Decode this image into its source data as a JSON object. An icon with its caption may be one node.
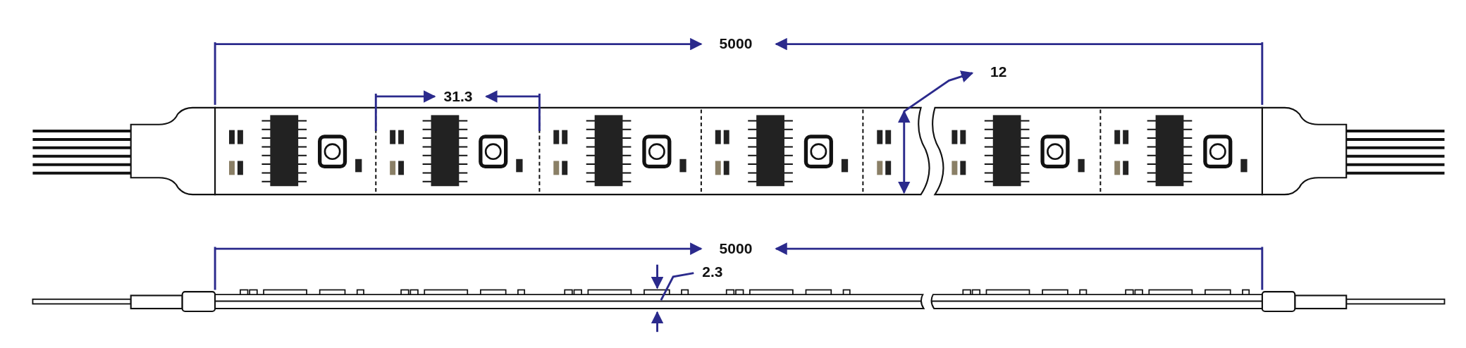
{
  "diagram": {
    "nodes": [
      {
        "text": [
          "12"
        ]
      },
      {
        "text": [
          "2.3"
        ]
      }
    ],
    "edges": [
      {
        "from": null,
        "to": 0,
        "arrow": "to"
      },
      {
        "from": 1,
        "to": null,
        "arrow": "none"
      }
    ],
    "labels": [
      "5000",
      "31.3",
      "5000"
    ]
  }
}
